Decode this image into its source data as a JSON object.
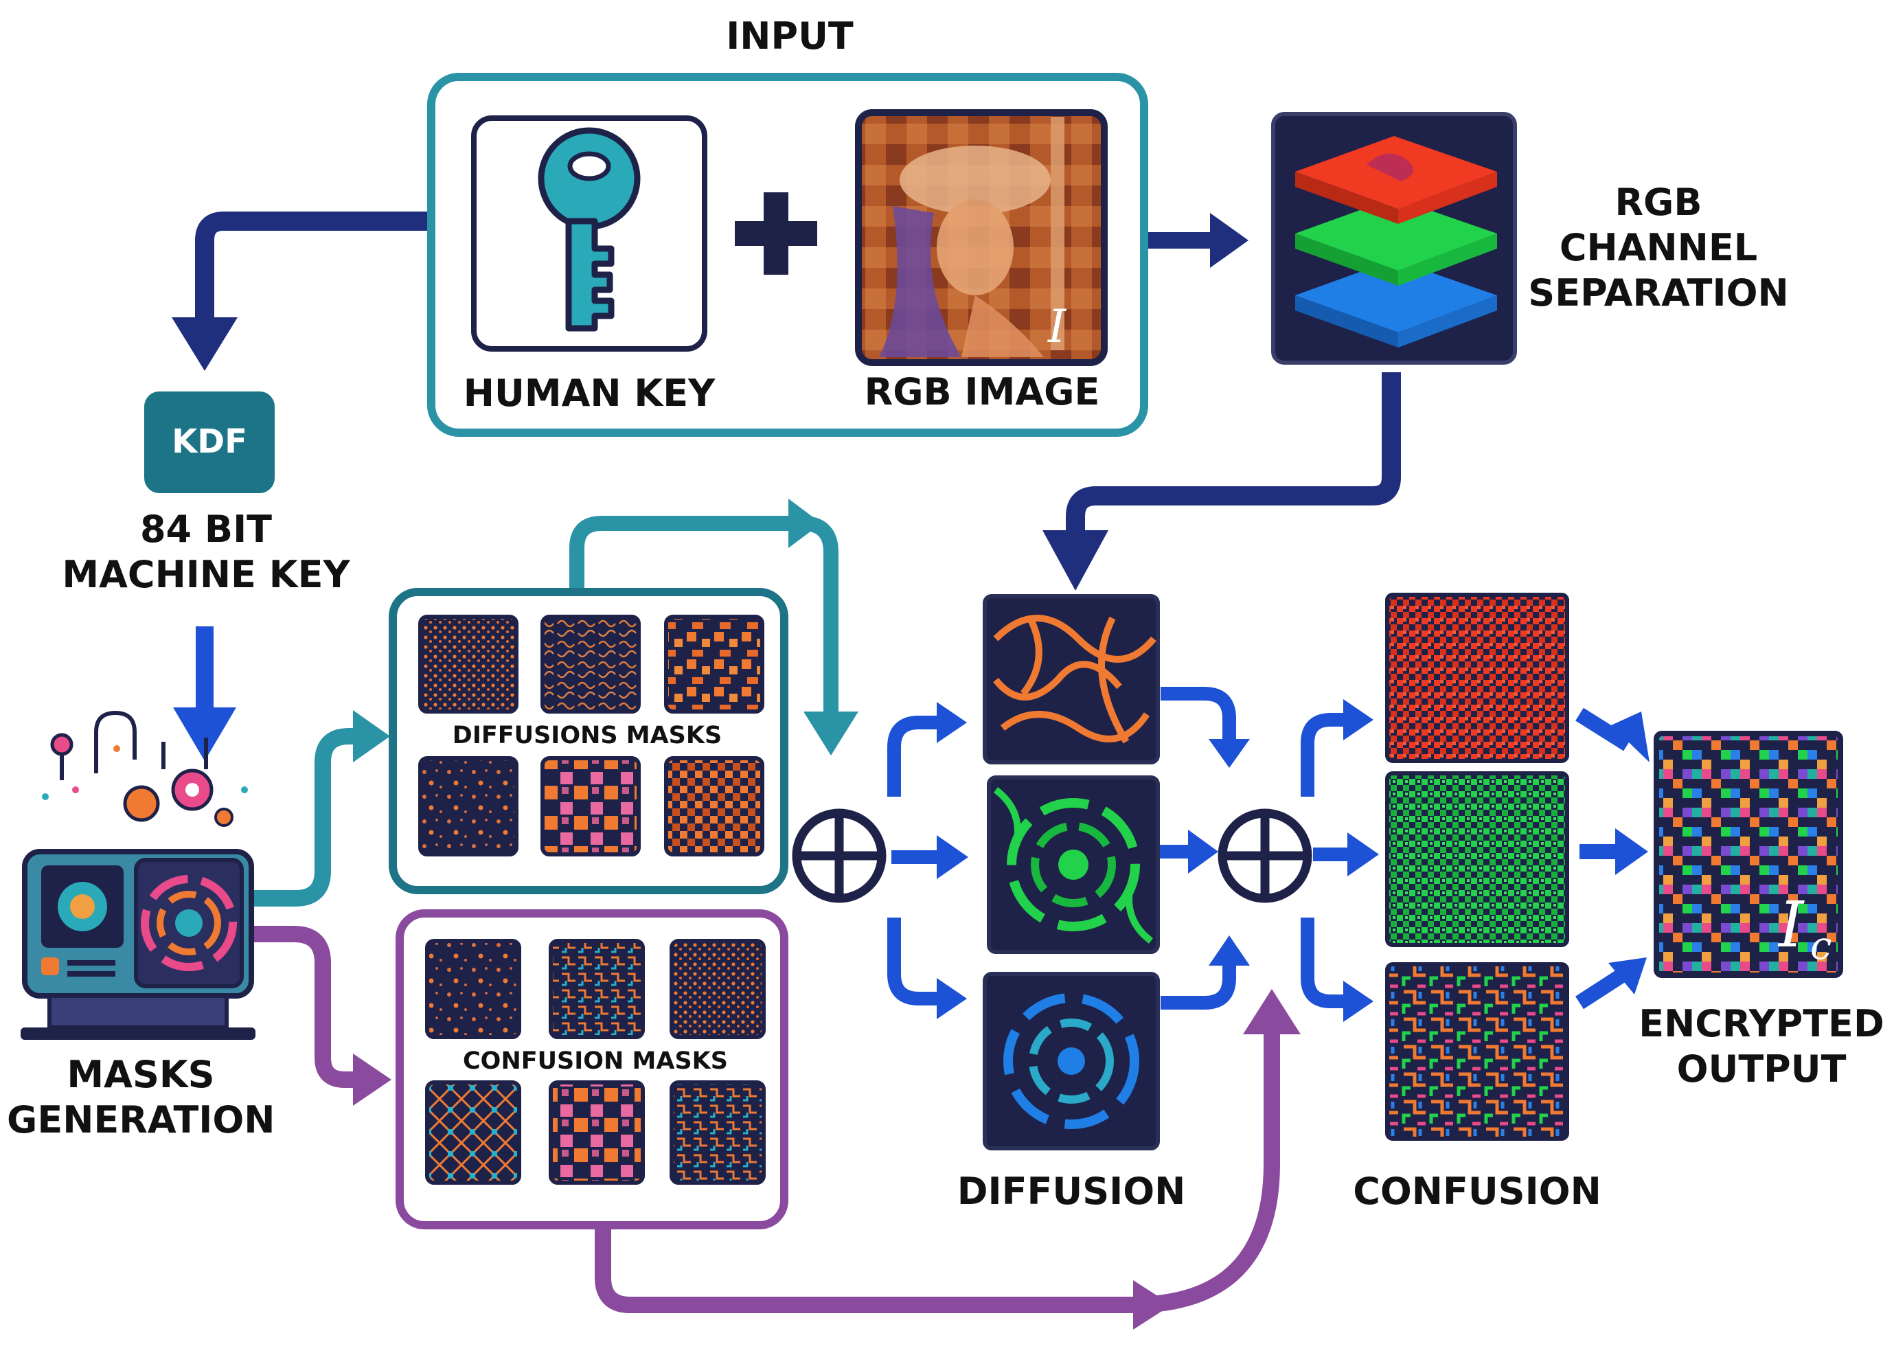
{
  "colors": {
    "navy": "#1f2f7d",
    "teal": "#2a93a6",
    "purple": "#8a4a9e",
    "blue": "#1d52d6",
    "tile_dark": "#1e2148",
    "orange": "#f07a32",
    "red": "#f03a22",
    "green": "#22d24a",
    "cyan_blue": "#1f7fe6"
  },
  "labels": {
    "input": "INPUT",
    "human_key": "HUMAN KEY",
    "rgb_image": "RGB IMAGE",
    "image_symbol": "I",
    "rgb_sep_line1": "RGB",
    "rgb_sep_line2": "CHANNEL",
    "rgb_sep_line3": "SEPARATION",
    "kdf": "KDF",
    "machine_key_line1": "84 BIT",
    "machine_key_line2": "MACHINE KEY",
    "masks_gen_line1": "MASKS",
    "masks_gen_line2": "GENERATION",
    "diffusion_masks": "DIFFUSIONS MASKS",
    "confusion_masks": "CONFUSION MASKS",
    "diffusion": "DIFFUSION",
    "confusion": "CONFUSION",
    "encrypted_line1": "ENCRYPTED",
    "encrypted_line2": "OUTPUT",
    "output_symbol": "I",
    "output_subscript": "c"
  },
  "icons": [
    "key-icon",
    "plus-icon",
    "layers-icon",
    "machine-icon",
    "xor-icon"
  ]
}
